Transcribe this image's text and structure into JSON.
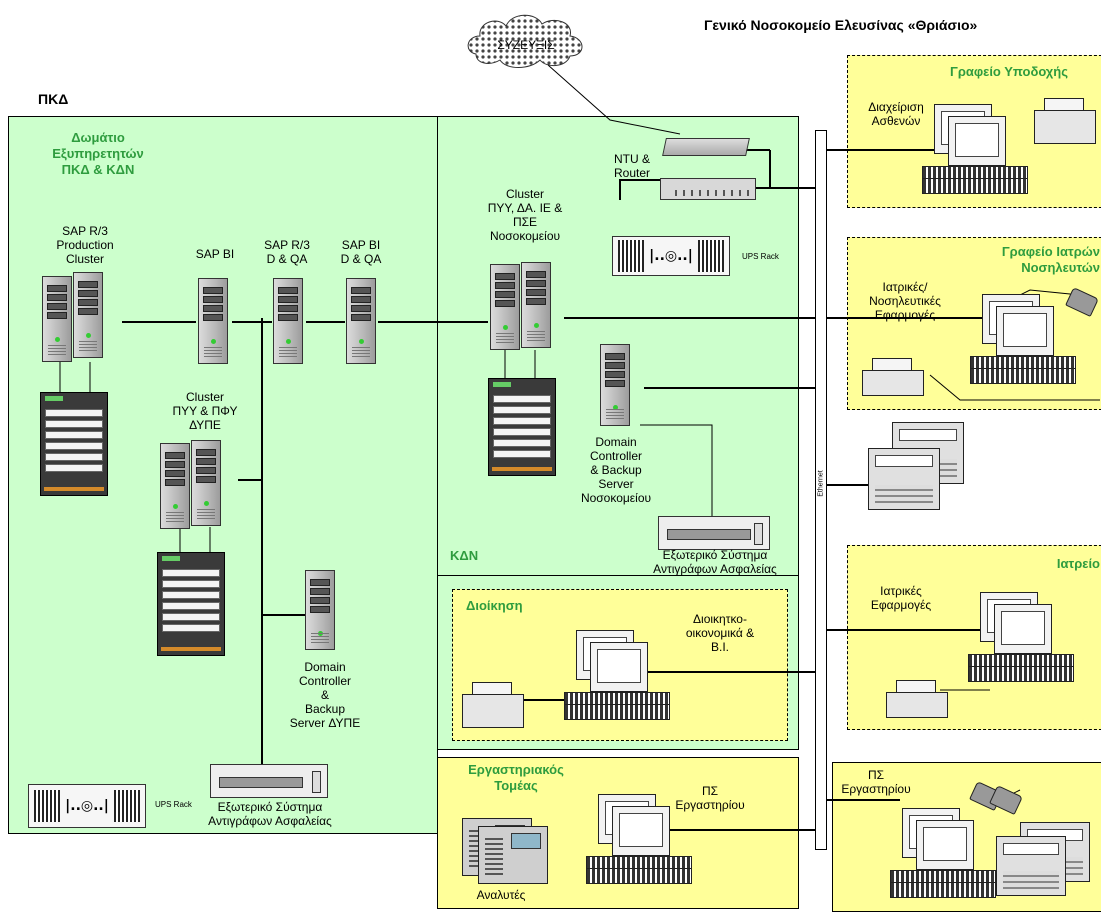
{
  "header": {
    "title": "Γενικό Νοσοκομείο Ελευσίνας «Θριάσιο»",
    "pkd_label": "ΠΚΔ",
    "cloud_label": "ΣΥΖΕΥΞΙΣ"
  },
  "pkd": {
    "server_room_title": "Δωμάτιο\nΕξυπηρετητών\nΠΚΔ & ΚΔΝ",
    "sap_prod": "SAP R/3\nProduction\nCluster",
    "sap_bi": "SAP BI",
    "sap_r3_dqa": "SAP R/3\nD & QA",
    "sap_bi_dqa": "SAP BI\nD & QA",
    "cluster_dype": "Cluster\nΠΥΥ & ΠΦΥ\nΔΥΠΕ",
    "domain_dype": "Domain\nController\n&\nBackup\nServer ΔΥΠΕ",
    "backup_ext": "Εξωτερικό Σύστημα\nΑντιγράφων Ασφαλείας",
    "ups": "UPS Rack"
  },
  "kdn": {
    "label": "ΚΔΝ",
    "ntu": "NTU &\nRouter",
    "cluster": "Cluster\nΠΥΥ, ΔΑ. ΙΕ &\nΠΣΕ\nΝοσοκομείου",
    "ups": "UPS Rack",
    "domain": "Domain\nController\n& Backup\nServer\nΝοσοκομείου",
    "backup_ext": "Εξωτερικό Σύστημα\nΑντιγράφων Ασφαλείας"
  },
  "admin": {
    "title": "Διοίκηση",
    "app": "Διοικητκο-\nοικονομικά &\nΒ.Ι."
  },
  "lab": {
    "title": "Εργαστηριακός\nΤομέας",
    "app": "ΠΣ\nΕργαστηρίου",
    "analyzers": "Αναλυτές"
  },
  "right": {
    "reception_title": "Γραφείο Υποδοχής",
    "reception_app": "Διαχείριση\nΑσθενών",
    "doctors_title": "Γραφείο Ιατρών\nΝοσηλευτών",
    "doctors_app": "Ιατρικές/\nΝοσηλευτικές\nΕφαρμογές",
    "clinic_title": "Ιατρείο",
    "clinic_app": "Ιατρικές\nΕφαρμογές",
    "lab2_app": "ΠΣ\nΕργαστηρίου",
    "ethernet": "Ethernet"
  },
  "colors": {
    "green_region": "#ccffcc",
    "yellow_region": "#ffff99",
    "green_title": "#2e9c3e"
  }
}
